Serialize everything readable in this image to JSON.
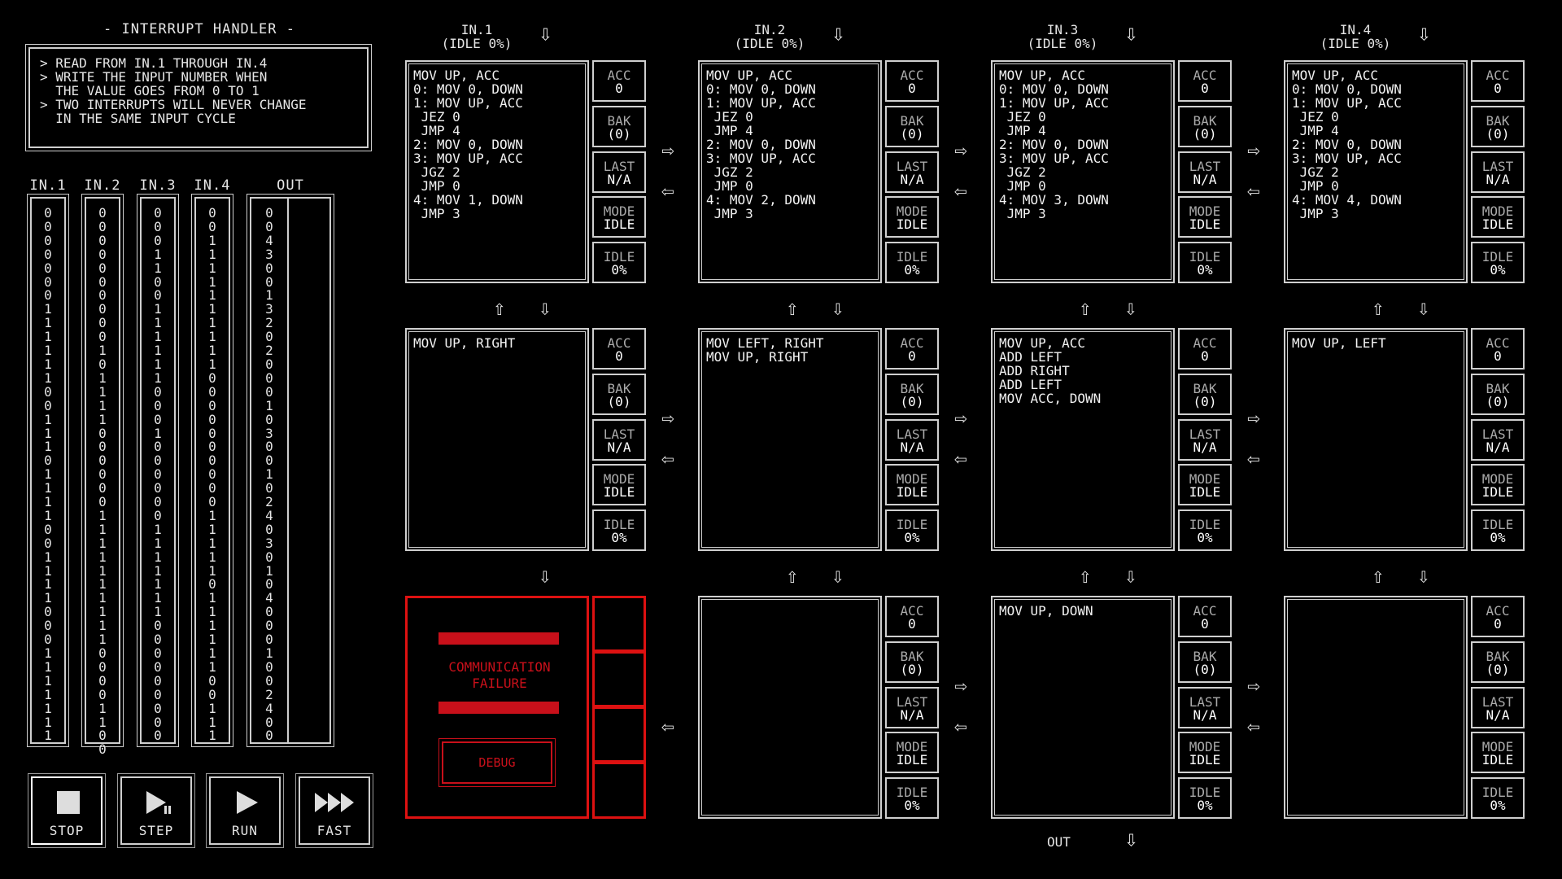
{
  "puzzle": {
    "title": "- INTERRUPT HANDLER -",
    "description": [
      "> READ FROM IN.1 THROUGH IN.4",
      "> WRITE THE INPUT NUMBER WHEN",
      "  THE VALUE GOES FROM 0 TO 1",
      "> TWO INTERRUPTS WILL NEVER CHANGE",
      "  IN THE SAME INPUT CYCLE"
    ]
  },
  "io": {
    "headers": [
      "IN.1",
      "IN.2",
      "IN.3",
      "IN.4",
      "OUT"
    ],
    "in1": "0\n0\n0\n0\n0\n0\n0\n1\n1\n1\n1\n1\n1\n0\n0\n1\n1\n1\n0\n1\n1\n1\n1\n0\n0\n1\n1\n1\n1\n0\n0\n0\n1\n1\n1\n1\n1\n1\n1",
    "in2": "0\n0\n0\n0\n0\n0\n0\n0\n0\n0\n1\n0\n1\n1\n1\n1\n0\n0\n0\n0\n0\n0\n1\n1\n1\n1\n1\n1\n1\n1\n1\n1\n0\n0\n0\n0\n1\n1\n0\n0",
    "in3": "0\n0\n0\n1\n1\n0\n0\n1\n1\n1\n1\n1\n1\n0\n0\n0\n1\n0\n0\n0\n0\n0\n0\n1\n1\n1\n1\n1\n1\n1\n0\n0\n0\n0\n0\n0\n0\n0\n0",
    "in4": "0\n0\n1\n1\n1\n1\n1\n1\n1\n1\n1\n1\n0\n0\n0\n0\n0\n0\n0\n0\n0\n0\n1\n1\n1\n1\n1\n0\n1\n1\n1\n1\n1\n1\n0\n0\n1\n1\n1",
    "out": "0\n0\n4\n3\n0\n0\n1\n3\n2\n0\n2\n0\n0\n0\n1\n0\n3\n0\n0\n1\n0\n2\n4\n0\n3\n0\n1\n0\n4\n0\n0\n0\n1\n0\n0\n2\n4\n0\n0"
  },
  "controls": {
    "stop": "STOP",
    "step": "STEP",
    "run": "RUN",
    "fast": "FAST"
  },
  "inputs": {
    "in1": "IN.1",
    "in1_status": "(IDLE 0%)",
    "in2": "IN.2",
    "in2_status": "(IDLE 0%)",
    "in3": "IN.3",
    "in3_status": "(IDLE 0%)",
    "in4": "IN.4",
    "in4_status": "(IDLE 0%)"
  },
  "output_label": "OUT",
  "registers": {
    "acc": "ACC",
    "bak": "BAK",
    "last": "LAST",
    "mode": "MODE",
    "idle": "IDLE"
  },
  "nodes": {
    "n00": {
      "code": "MOV UP, ACC\n0: MOV 0, DOWN\n1: MOV UP, ACC\n JEZ 0\n JMP 4\n2: MOV 0, DOWN\n3: MOV UP, ACC\n JGZ 2\n JMP 0\n4: MOV 1, DOWN\n JMP 3",
      "acc": "0",
      "bak": "(0)",
      "last": "N/A",
      "mode": "IDLE",
      "idle": "0%"
    },
    "n01": {
      "code": "MOV UP, ACC\n0: MOV 0, DOWN\n1: MOV UP, ACC\n JEZ 0\n JMP 4\n2: MOV 0, DOWN\n3: MOV UP, ACC\n JGZ 2\n JMP 0\n4: MOV 2, DOWN\n JMP 3",
      "acc": "0",
      "bak": "(0)",
      "last": "N/A",
      "mode": "IDLE",
      "idle": "0%"
    },
    "n02": {
      "code": "MOV UP, ACC\n0: MOV 0, DOWN\n1: MOV UP, ACC\n JEZ 0\n JMP 4\n2: MOV 0, DOWN\n3: MOV UP, ACC\n JGZ 2\n JMP 0\n4: MOV 3, DOWN\n JMP 3",
      "acc": "0",
      "bak": "(0)",
      "last": "N/A",
      "mode": "IDLE",
      "idle": "0%"
    },
    "n03": {
      "code": "MOV UP, ACC\n0: MOV 0, DOWN\n1: MOV UP, ACC\n JEZ 0\n JMP 4\n2: MOV 0, DOWN\n3: MOV UP, ACC\n JGZ 2\n JMP 0\n4: MOV 4, DOWN\n JMP 3",
      "acc": "0",
      "bak": "(0)",
      "last": "N/A",
      "mode": "IDLE",
      "idle": "0%"
    },
    "n10": {
      "code": "MOV UP, RIGHT",
      "acc": "0",
      "bak": "(0)",
      "last": "N/A",
      "mode": "IDLE",
      "idle": "0%"
    },
    "n11": {
      "code": "MOV LEFT, RIGHT\nMOV UP, RIGHT",
      "acc": "0",
      "bak": "(0)",
      "last": "N/A",
      "mode": "IDLE",
      "idle": "0%"
    },
    "n12": {
      "code": "MOV UP, ACC\nADD LEFT\nADD RIGHT\nADD LEFT\nMOV ACC, DOWN",
      "acc": "0",
      "bak": "(0)",
      "last": "N/A",
      "mode": "IDLE",
      "idle": "0%"
    },
    "n13": {
      "code": "MOV UP, LEFT",
      "acc": "0",
      "bak": "(0)",
      "last": "N/A",
      "mode": "IDLE",
      "idle": "0%"
    },
    "n20": {
      "fail_text_1": "COMMUNICATION",
      "fail_text_2": "FAILURE",
      "debug": "DEBUG"
    },
    "n21": {
      "code": "",
      "acc": "0",
      "bak": "(0)",
      "last": "N/A",
      "mode": "IDLE",
      "idle": "0%"
    },
    "n22": {
      "code": "MOV UP, DOWN",
      "acc": "0",
      "bak": "(0)",
      "last": "N/A",
      "mode": "IDLE",
      "idle": "0%"
    },
    "n23": {
      "code": "",
      "acc": "0",
      "bak": "(0)",
      "last": "N/A",
      "mode": "IDLE",
      "idle": "0%"
    }
  },
  "glyphs": {
    "right": "⇨",
    "left": "⇦",
    "up": "⇧",
    "down": "⇩"
  }
}
